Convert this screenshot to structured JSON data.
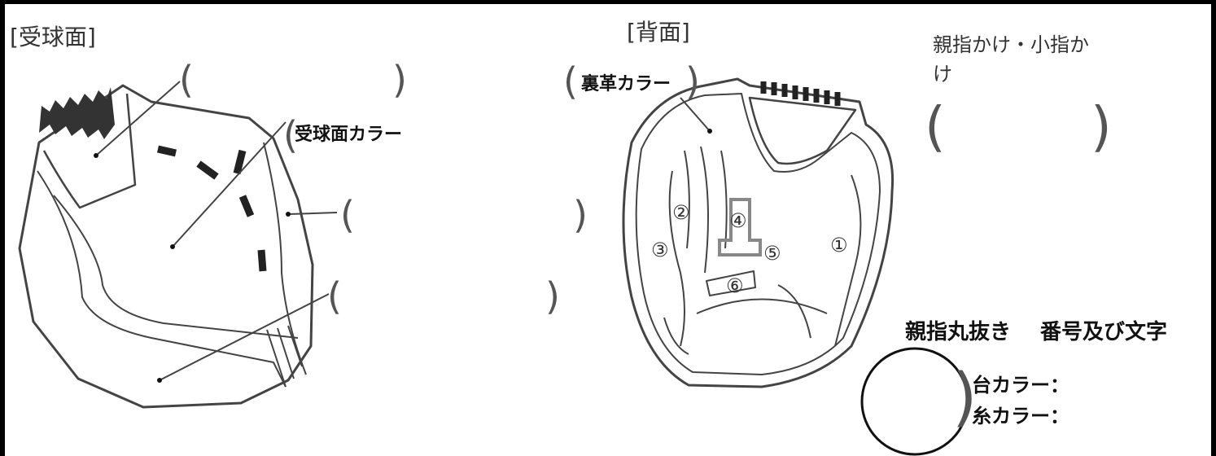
{
  "palm_side": {
    "title": "[受球面]",
    "color_label": "受球面カラー"
  },
  "back_side": {
    "title": "[背面]",
    "lining_color_label": "裏革カラー",
    "numbers": [
      "①",
      "②",
      "③",
      "④",
      "⑤",
      "⑥"
    ]
  },
  "thumb_hook": {
    "title": "親指かけ・小指か",
    "title_line2": "け"
  },
  "emblem": {
    "heading_thumb_cutout": "親指丸抜き",
    "heading_number_text": "番号及び文字",
    "base_color_label": "台カラー：",
    "thread_color_label": "糸カラー："
  }
}
